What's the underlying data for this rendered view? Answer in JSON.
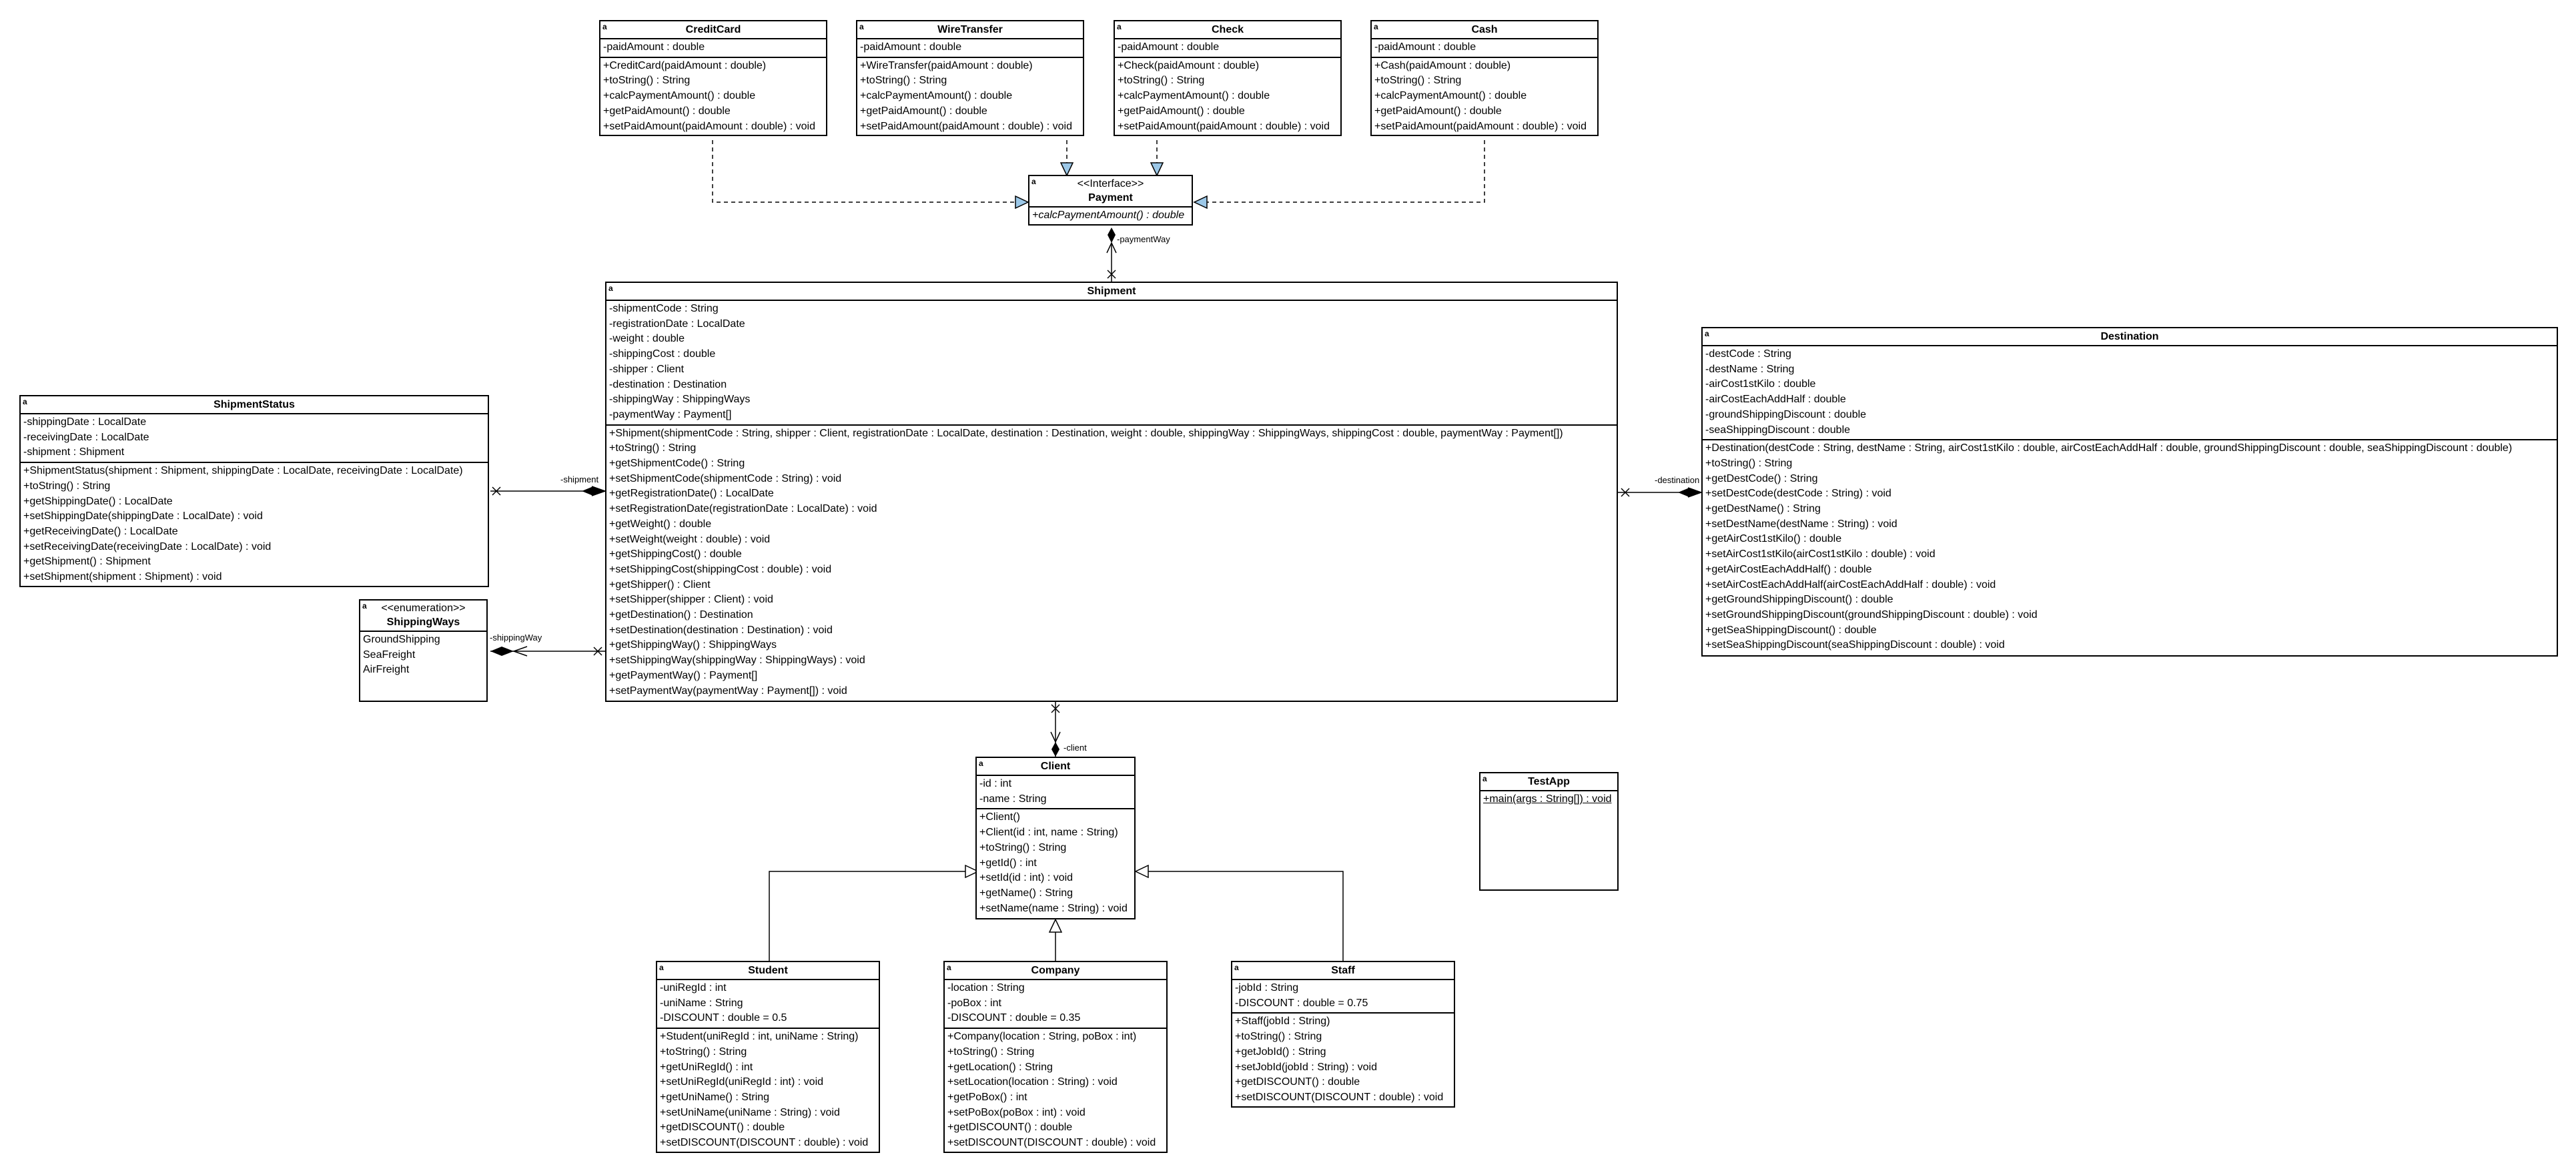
{
  "diagram": {
    "classes": [
      {
        "id": "creditcard",
        "name": "CreditCard",
        "stereotype": "",
        "attributes": [
          "-paidAmount : double"
        ],
        "operations": [
          "+CreditCard(paidAmount : double)",
          "+toString() : String",
          "+calcPaymentAmount() : double",
          "+getPaidAmount() : double",
          "+setPaidAmount(paidAmount : double) : void"
        ]
      },
      {
        "id": "wiretransfer",
        "name": "WireTransfer",
        "stereotype": "",
        "attributes": [
          "-paidAmount : double"
        ],
        "operations": [
          "+WireTransfer(paidAmount : double)",
          "+toString() : String",
          "+calcPaymentAmount() : double",
          "+getPaidAmount() : double",
          "+setPaidAmount(paidAmount : double) : void"
        ]
      },
      {
        "id": "check",
        "name": "Check",
        "stereotype": "",
        "attributes": [
          "-paidAmount : double"
        ],
        "operations": [
          "+Check(paidAmount : double)",
          "+toString() : String",
          "+calcPaymentAmount() : double",
          "+getPaidAmount() : double",
          "+setPaidAmount(paidAmount : double) : void"
        ]
      },
      {
        "id": "cash",
        "name": "Cash",
        "stereotype": "",
        "attributes": [
          "-paidAmount : double"
        ],
        "operations": [
          "+Cash(paidAmount : double)",
          "+toString() : String",
          "+calcPaymentAmount() : double",
          "+getPaidAmount() : double",
          "+setPaidAmount(paidAmount : double) : void"
        ]
      },
      {
        "id": "payment",
        "name": "Payment",
        "stereotype": "<<Interface>>",
        "attributes": [],
        "operations": [
          "+calcPaymentAmount() : double"
        ],
        "italic_ops": true
      },
      {
        "id": "shipment",
        "name": "Shipment",
        "stereotype": "",
        "attributes": [
          "-shipmentCode : String",
          "-registrationDate : LocalDate",
          "-weight : double",
          "-shippingCost : double",
          "-shipper : Client",
          "-destination : Destination",
          "-shippingWay : ShippingWays",
          "-paymentWay : Payment[]"
        ],
        "operations": [
          "+Shipment(shipmentCode : String, shipper : Client, registrationDate : LocalDate, destination : Destination, weight : double, shippingWay : ShippingWays, shippingCost : double, paymentWay : Payment[])",
          "+toString() : String",
          "+getShipmentCode() : String",
          "+setShipmentCode(shipmentCode : String) : void",
          "+getRegistrationDate() : LocalDate",
          "+setRegistrationDate(registrationDate : LocalDate) : void",
          "+getWeight() : double",
          "+setWeight(weight : double) : void",
          "+getShippingCost() : double",
          "+setShippingCost(shippingCost : double) : void",
          "+getShipper() : Client",
          "+setShipper(shipper : Client) : void",
          "+getDestination() : Destination",
          "+setDestination(destination : Destination) : void",
          "+getShippingWay() : ShippingWays",
          "+setShippingWay(shippingWay : ShippingWays) : void",
          "+getPaymentWay() : Payment[]",
          "+setPaymentWay(paymentWay : Payment[]) : void"
        ]
      },
      {
        "id": "shipmentstatus",
        "name": "ShipmentStatus",
        "stereotype": "",
        "attributes": [
          "-shippingDate : LocalDate",
          "-receivingDate : LocalDate",
          "-shipment : Shipment"
        ],
        "operations": [
          "+ShipmentStatus(shipment : Shipment, shippingDate : LocalDate, receivingDate : LocalDate)",
          "+toString() : String",
          "+getShippingDate() : LocalDate",
          "+setShippingDate(shippingDate : LocalDate) : void",
          "+getReceivingDate() : LocalDate",
          "+setReceivingDate(receivingDate : LocalDate) : void",
          "+getShipment() : Shipment",
          "+setShipment(shipment : Shipment) : void"
        ]
      },
      {
        "id": "shippingways",
        "name": "ShippingWays",
        "stereotype": "<<enumeration>>",
        "attributes": [
          "GroundShipping",
          "SeaFreight",
          "AirFreight"
        ],
        "operations": []
      },
      {
        "id": "destination",
        "name": "Destination",
        "stereotype": "",
        "attributes": [
          "-destCode : String",
          "-destName : String",
          "-airCost1stKilo : double",
          "-airCostEachAddHalf : double",
          "-groundShippingDiscount : double",
          "-seaShippingDiscount : double"
        ],
        "operations": [
          "+Destination(destCode : String, destName : String, airCost1stKilo : double, airCostEachAddHalf : double, groundShippingDiscount : double, seaShippingDiscount : double)",
          "+toString() : String",
          "+getDestCode() : String",
          "+setDestCode(destCode : String) : void",
          "+getDestName() : String",
          "+setDestName(destName : String) : void",
          "+getAirCost1stKilo() : double",
          "+setAirCost1stKilo(airCost1stKilo : double) : void",
          "+getAirCostEachAddHalf() : double",
          "+setAirCostEachAddHalf(airCostEachAddHalf : double) : void",
          "+getGroundShippingDiscount() : double",
          "+setGroundShippingDiscount(groundShippingDiscount : double) : void",
          "+getSeaShippingDiscount() : double",
          "+setSeaShippingDiscount(seaShippingDiscount : double) : void"
        ]
      },
      {
        "id": "client",
        "name": "Client",
        "stereotype": "",
        "attributes": [
          "-id : int",
          "-name : String"
        ],
        "operations": [
          "+Client()",
          "+Client(id : int, name : String)",
          "+toString() : String",
          "+getId() : int",
          "+setId(id : int) : void",
          "+getName() : String",
          "+setName(name : String) : void"
        ]
      },
      {
        "id": "testapp",
        "name": "TestApp",
        "stereotype": "",
        "attributes": [],
        "operations": [
          "+main(args : String[]) : void"
        ],
        "underline_ops": true,
        "no_attr_section": true
      },
      {
        "id": "student",
        "name": "Student",
        "stereotype": "",
        "attributes": [
          "-uniRegId : int",
          "-uniName : String",
          "-DISCOUNT : double = 0.5"
        ],
        "operations": [
          "+Student(uniRegId : int, uniName : String)",
          "+toString() : String",
          "+getUniRegId() : int",
          "+setUniRegId(uniRegId : int) : void",
          "+getUniName() : String",
          "+setUniName(uniName : String) : void",
          "+getDISCOUNT() : double",
          "+setDISCOUNT(DISCOUNT : double) : void"
        ]
      },
      {
        "id": "company",
        "name": "Company",
        "stereotype": "",
        "attributes": [
          "-location : String",
          "-poBox : int",
          "-DISCOUNT : double = 0.35"
        ],
        "operations": [
          "+Company(location : String, poBox : int)",
          "+toString() : String",
          "+getLocation() : String",
          "+setLocation(location : String) : void",
          "+getPoBox() : int",
          "+setPoBox(poBox : int) : void",
          "+getDISCOUNT() : double",
          "+setDISCOUNT(DISCOUNT : double) : void"
        ]
      },
      {
        "id": "staff",
        "name": "Staff",
        "stereotype": "",
        "attributes": [
          "-jobId : String",
          "-DISCOUNT : double = 0.75"
        ],
        "operations": [
          "+Staff(jobId : String)",
          "+toString() : String",
          "+getJobId() : String",
          "+setJobId(jobId : String) : void",
          "+getDISCOUNT() : double",
          "+setDISCOUNT(DISCOUNT : double) : void"
        ]
      }
    ],
    "role_labels": {
      "paymentWay": "-paymentWay",
      "shipment": "-shipment",
      "destination": "-destination",
      "shippingWay": "-shippingWay",
      "client": "-client"
    }
  }
}
